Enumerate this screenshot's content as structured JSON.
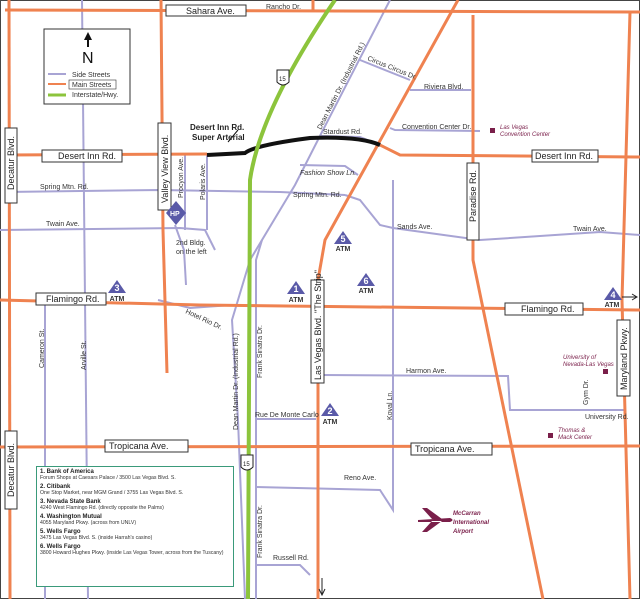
{
  "colors": {
    "main_street": "#ef8250",
    "side_street": "#a8a4d4",
    "interstate": "#8cc43c",
    "atm": "#5a5aa8",
    "poi": "#7a1f4a",
    "info_border": "#3a9a7a"
  },
  "legend": {
    "north": "N",
    "side": "Side Streets",
    "main": "Main Streets",
    "hwy": "Interstate/Hwy."
  },
  "streets": {
    "sahara": "Sahara Ave.",
    "rancho": "Rancho Dr.",
    "desert_inn": "Desert Inn Rd.",
    "super_arterial_1": "Desert Inn Rd.",
    "super_arterial_2": "Super Arterial",
    "decatur": "Decatur Blvd.",
    "valley_view": "Valley View Blvd.",
    "procyon": "Procyon Ave.",
    "polaris": "Polaris Ave.",
    "spring_mtn": "Spring Mtn. Rd.",
    "twain": "Twain Ave.",
    "flamingo": "Flamingo Rd.",
    "tropicana": "Tropicana Ave.",
    "cameron": "Cameron St.",
    "arville": "Arville St.",
    "hotel_rio": "Hotel Rio Dr.",
    "dean_martin": "Dean Martin Dr. (Industrial Rd.)",
    "frank_sinatra": "Frank Sinatra Dr.",
    "las_vegas_blvd": "Las Vegas Blvd. \"The Strip\"",
    "circus_circus": "Circus Circus Dr.",
    "riviera": "Riviera Blvd.",
    "convention_center": "Convention Center Dr.",
    "stardust": "Stardust Rd.",
    "fashion_show": "Fashion Show Ln.",
    "sands": "Sands Ave.",
    "paradise": "Paradise Rd.",
    "koval": "Koval Ln.",
    "harmon": "Harmon Ave.",
    "gym": "Gym Dr.",
    "university": "University Rd.",
    "maryland": "Maryland Pkwy.",
    "rue_monte_carlo": "Rue De Monte Carlo",
    "reno": "Reno Ave.",
    "russell": "Russell Rd."
  },
  "interstate_number": "15",
  "hp": {
    "label": "HP",
    "note1": "2nd Bldg.",
    "note2": "on the left"
  },
  "atm_label": "ATM",
  "atms": [
    "1",
    "2",
    "3",
    "4",
    "5",
    "6"
  ],
  "poi": {
    "lvcc1": "Las Vegas",
    "lvcc2": "Convention Center",
    "unlv1": "University of",
    "unlv2": "Nevada-Las Vegas",
    "tm1": "Thomas &",
    "tm2": "Mack Center",
    "air1": "McCarran",
    "air2": "International",
    "air3": "Airport"
  },
  "info": [
    {
      "name": "1. Bank of America",
      "address": "Forum Shops at Caesars Palace / 3500 Las Vegas Blvd. S."
    },
    {
      "name": "2. Citibank",
      "address": "One Stop Market,  near MGM Grand / 3755 Las Vegas Blvd. S."
    },
    {
      "name": "3. Nevada State Bank",
      "address": "4240 West Flamingo Rd. (directly opposite the Palms)"
    },
    {
      "name": "4. Washington Mutual",
      "address": "4055 Maryland Pkwy. (across from UNLV)"
    },
    {
      "name": "5. Wells Fargo",
      "address": "3475 Las Vegas Blvd. S. (inside Harrah's casino)"
    },
    {
      "name": "6. Wells Fargo",
      "address": "3800 Howard Hughes Pkwy. (inside Las Vegas Tower, across from the Tuscany)"
    }
  ]
}
